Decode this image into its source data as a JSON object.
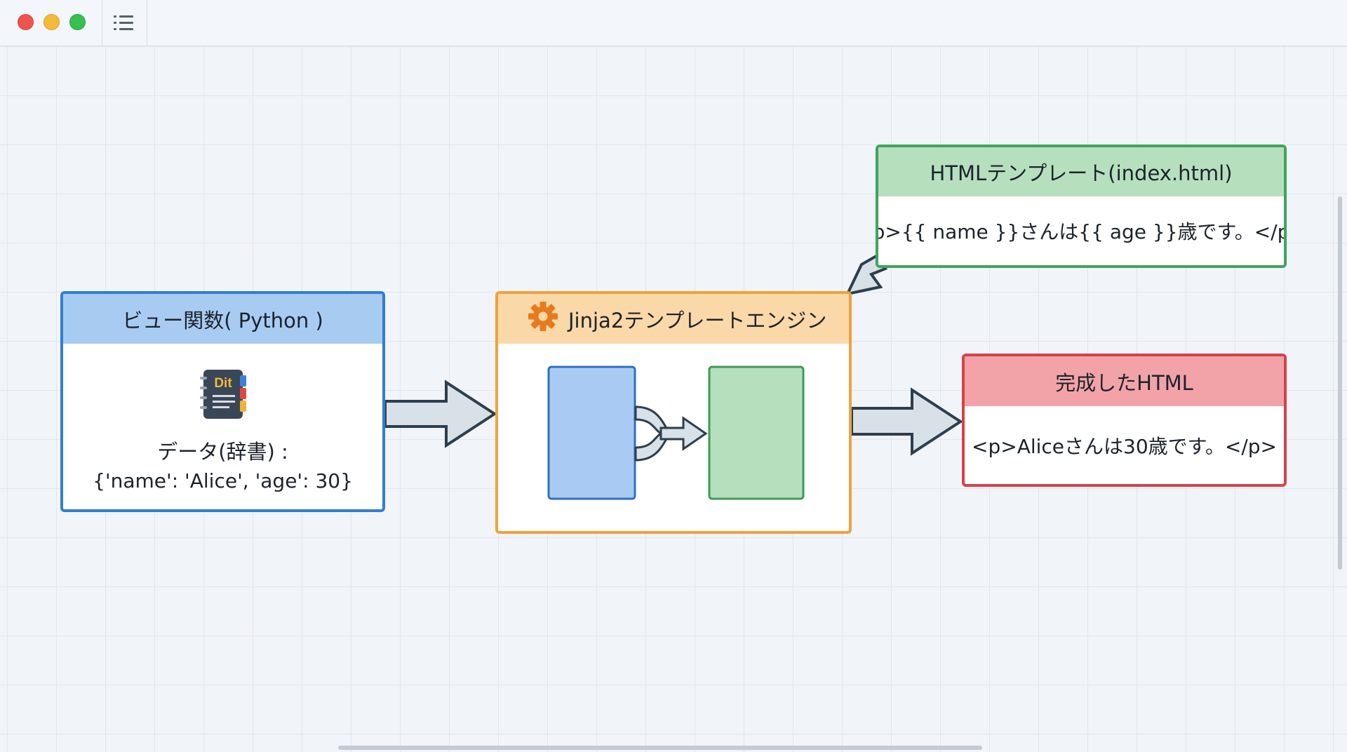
{
  "window": {
    "controls": [
      "close",
      "minimize",
      "maximize"
    ],
    "toolbar_icon": "list-icon"
  },
  "nodes": {
    "view_function": {
      "title": "ビュー関数( Python )",
      "icon": "notebook-icon",
      "icon_text": "Dit",
      "data_label": "データ(辞書) :",
      "data_value": "{'name': 'Alice', 'age': 30}",
      "color": "#2f7fd1"
    },
    "engine": {
      "title": "Jinja2テンプレートエンジン",
      "icon": "gear-icon",
      "color": "#f0a23c"
    },
    "template": {
      "title": "HTMLテンプレート(index.html)",
      "code": "<p>{{ name }}さんは{{ age }}歳です。</p>",
      "color": "#3fa45b"
    },
    "result": {
      "title": "完成したHTML",
      "code": "<p>Aliceさんは30歳です。</p>",
      "color": "#d8414a"
    }
  },
  "edges": [
    {
      "from": "view_function",
      "to": "engine"
    },
    {
      "from": "template",
      "to": "engine"
    },
    {
      "from": "engine",
      "to": "result"
    }
  ]
}
